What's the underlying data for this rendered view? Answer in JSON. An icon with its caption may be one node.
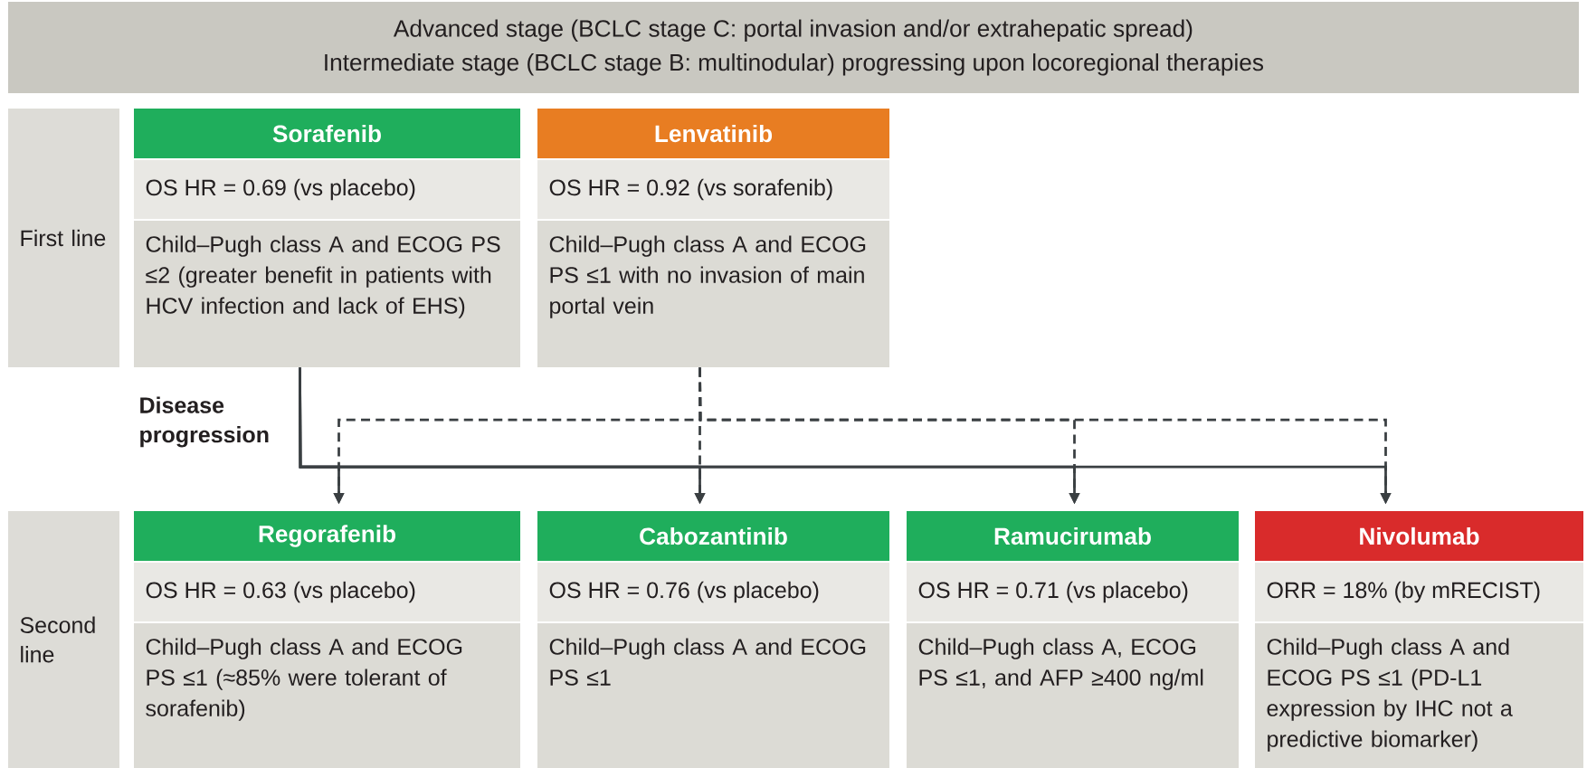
{
  "diagram": {
    "nodes": [
      {
        "text": [
          "Advanced stage (BCLC stage C: portal invasion and/or extrahepatic spread)",
          "Intermediate stage (BCLC stage B: multinodular) progressing upon locoregional therapies"
        ]
      },
      {
        "text": [
          "First line"
        ]
      },
      {
        "text": [
          "Sorafenib",
          "OS HR = 0.69 (vs placebo)",
          "Child–Pugh class A and ECOG PS ≤2 (greater benefit in patients with HCV infection and lack of EHS)"
        ]
      },
      {
        "text": [
          "Lenvatinib",
          "OS HR = 0.92 (vs sorafenib)",
          "Child–Pugh class A and ECOG PS ≤1 with no invasion of main portal vein"
        ]
      },
      {
        "text": [
          "Second line"
        ]
      },
      {
        "text": [
          "Regorafenib",
          "OS HR = 0.63 (vs placebo)",
          "Child–Pugh class A and ECOG PS ≤1 (≈85% were tolerant of sorafenib)"
        ]
      },
      {
        "text": [
          "Cabozantinib",
          "OS HR = 0.76 (vs placebo)",
          "Child–Pugh class A and ECOG PS ≤1"
        ]
      },
      {
        "text": [
          "Ramucirumab",
          "OS HR = 0.71 (vs placebo)",
          "Child–Pugh class A, ECOG PS ≤1, and AFP ≥400 ng/ml"
        ]
      },
      {
        "text": [
          "Nivolumab",
          "ORR = 18% (by mRECIST)",
          "Child–Pugh class A and ECOG PS ≤1 (PD-L1 expression by IHC not a predictive biomarker)"
        ]
      }
    ],
    "edges": [
      {
        "from": 2,
        "to": 5,
        "arrow": "to"
      },
      {
        "from": 2,
        "to": 6,
        "arrow": "to"
      },
      {
        "from": 2,
        "to": 7,
        "arrow": "to"
      },
      {
        "from": 2,
        "to": 8,
        "arrow": "to"
      },
      {
        "from": 3,
        "to": 5,
        "arrow": "to",
        "style": "dashed"
      },
      {
        "from": 3,
        "to": 6,
        "arrow": "to",
        "style": "dashed"
      },
      {
        "from": 3,
        "to": 7,
        "arrow": "to",
        "style": "dashed"
      },
      {
        "from": 3,
        "to": 8,
        "arrow": "to",
        "style": "dashed"
      }
    ],
    "labels": [
      "Disease progression"
    ]
  }
}
